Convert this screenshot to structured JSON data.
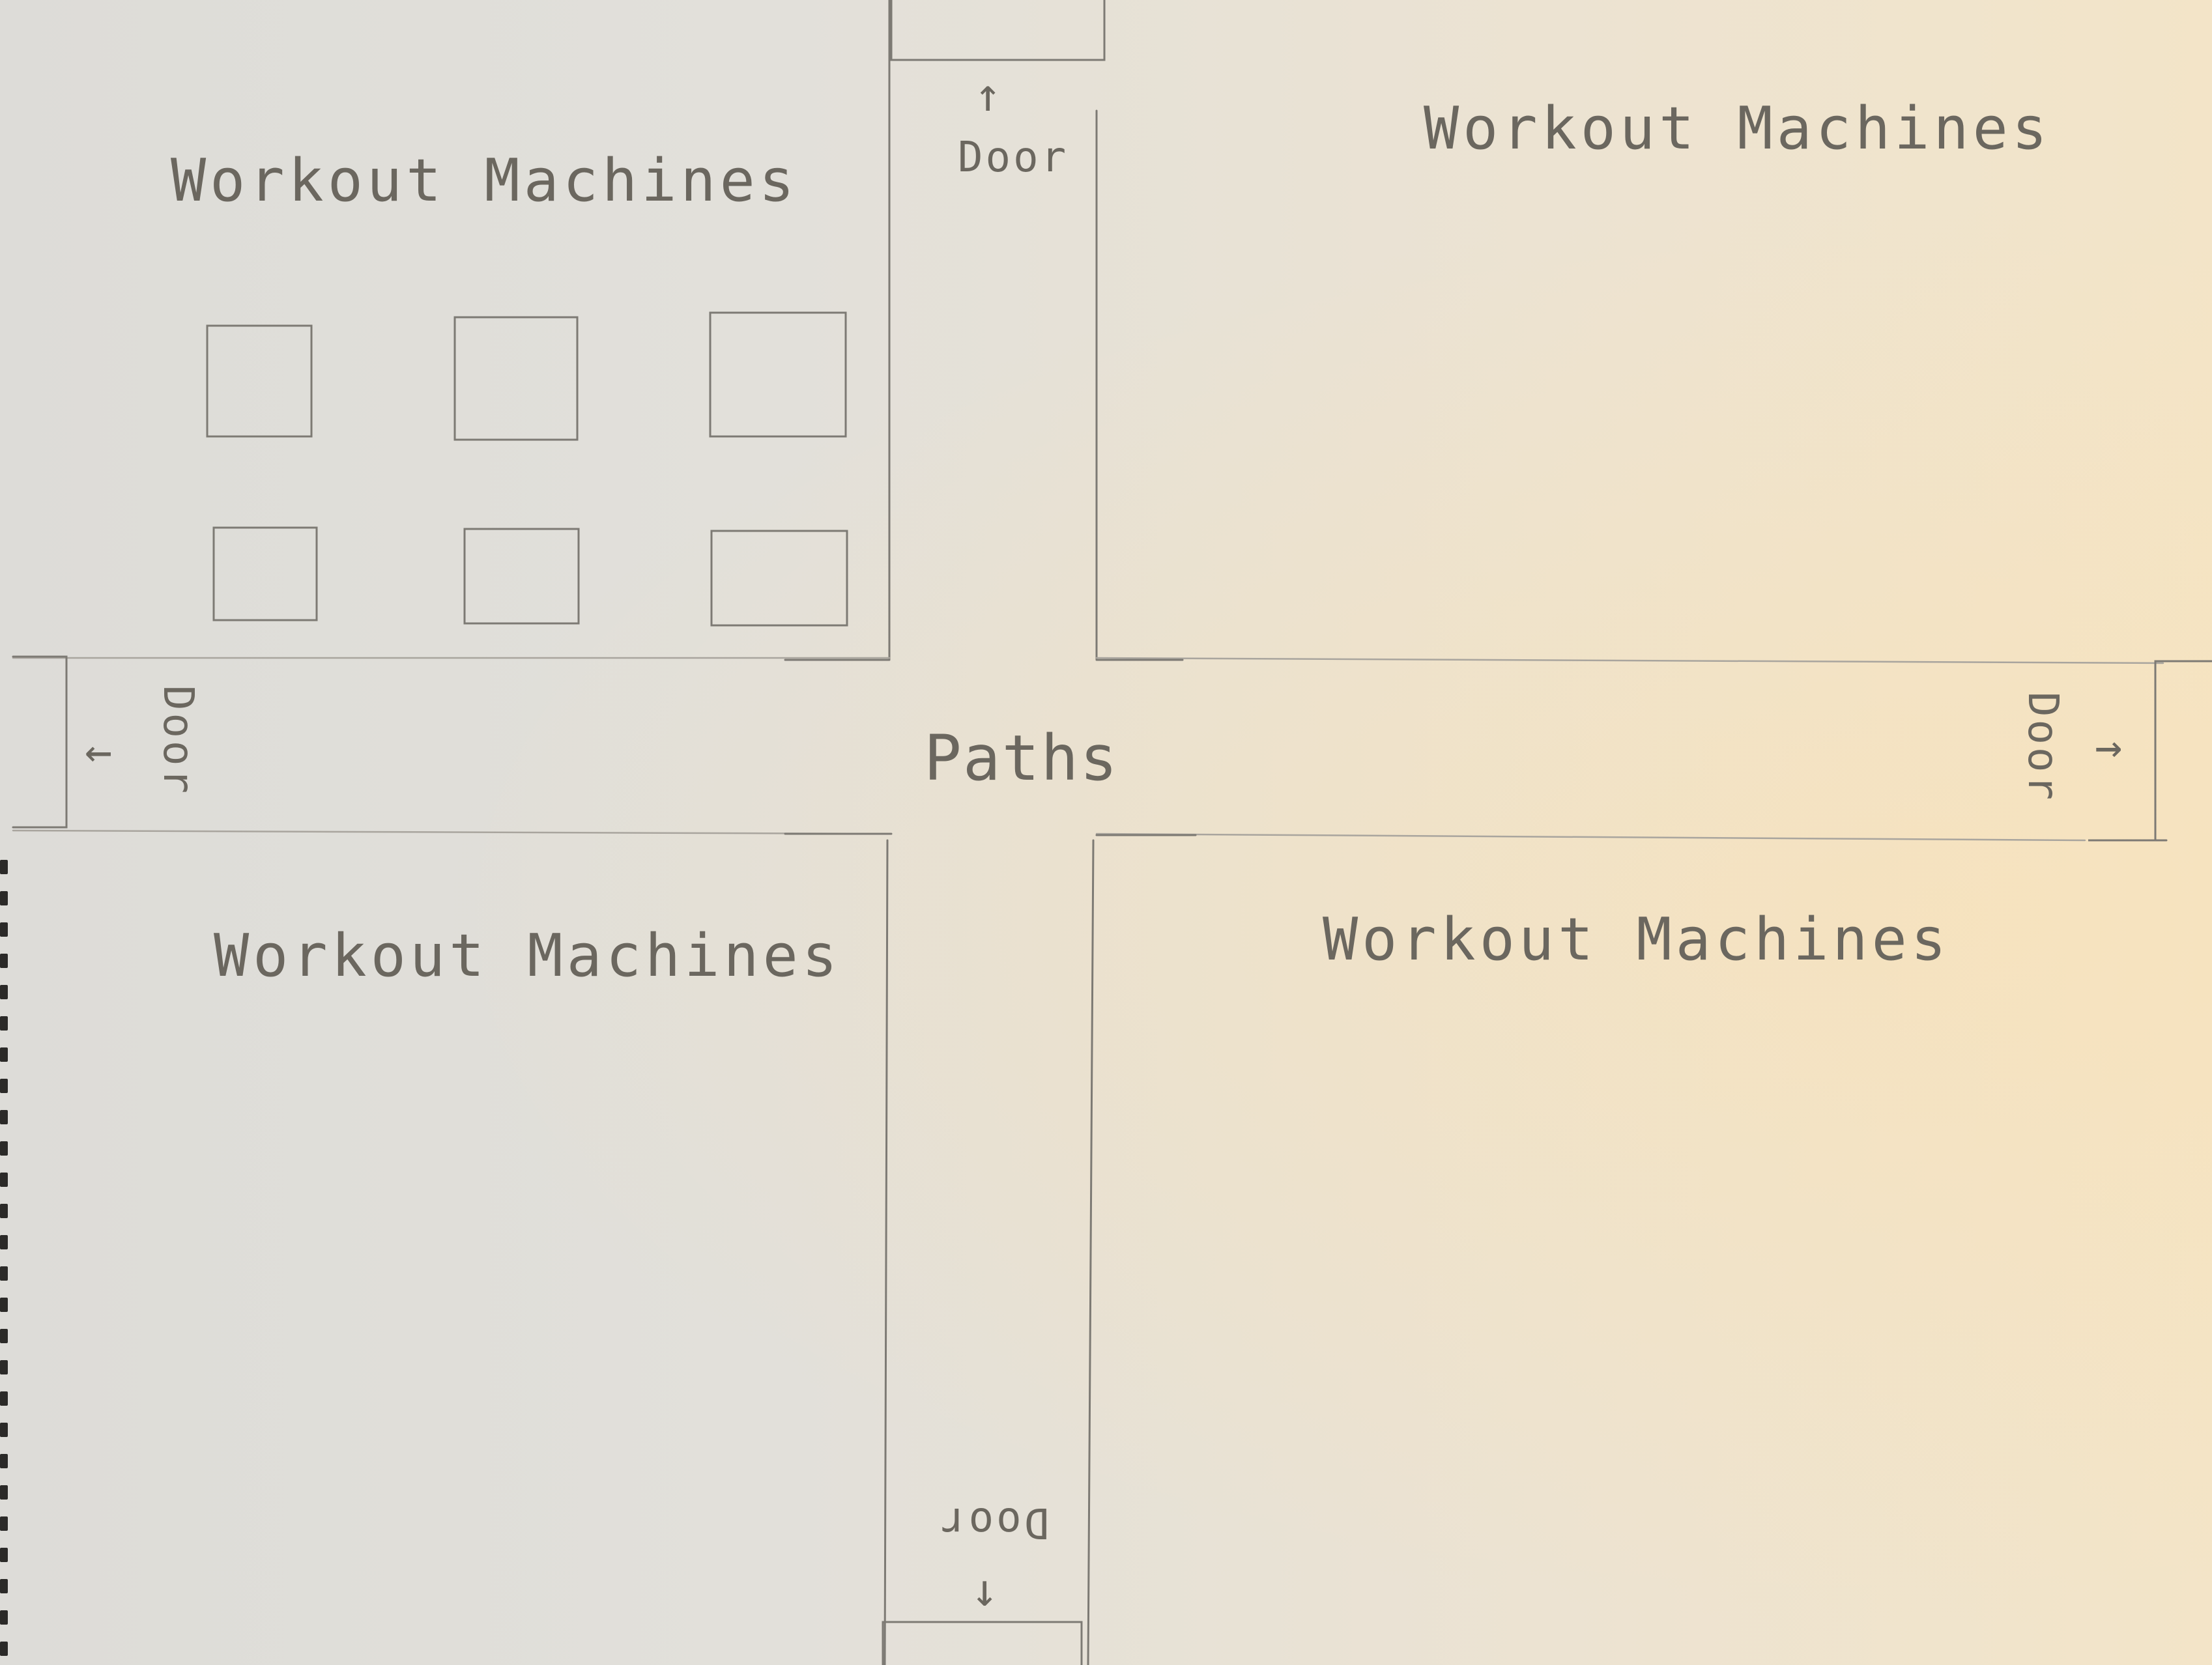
{
  "zones": [
    {
      "id": "top-left",
      "title": "Workout Machines"
    },
    {
      "id": "top-right",
      "title": "Workout Machines"
    },
    {
      "id": "bottom-left",
      "title": "Workout Machines"
    },
    {
      "id": "bottom-right",
      "title": "Workout Machines"
    }
  ],
  "center_label": "Paths",
  "doors": [
    {
      "id": "top",
      "label": "Door",
      "arrow": "↑"
    },
    {
      "id": "left",
      "label": "Door",
      "arrow": "←"
    },
    {
      "id": "right",
      "label": "Door",
      "arrow": "→"
    },
    {
      "id": "bottom",
      "label": "Door",
      "arrow": "↓"
    }
  ]
}
